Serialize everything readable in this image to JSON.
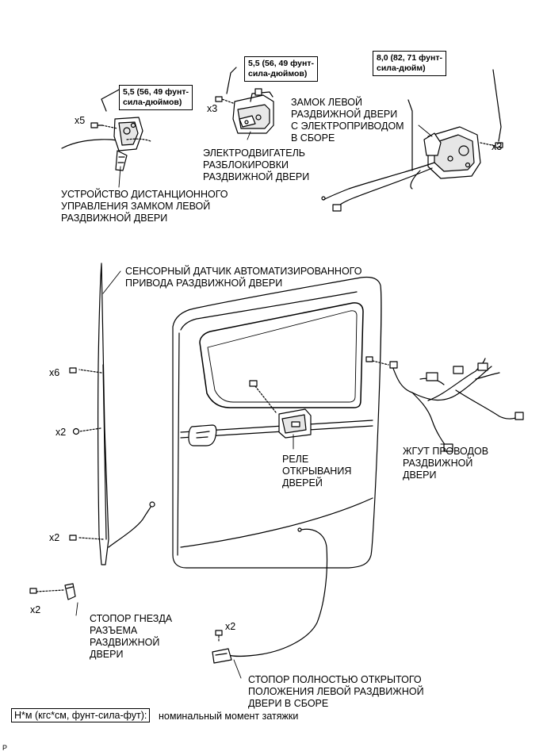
{
  "torque_specs": {
    "remote_control": [
      "5,5 (56, 49 фунт-",
      "сила-дюймов)"
    ],
    "unlock_motor": [
      "5,5 (56, 49 фунт-",
      "сила-дюймов)"
    ],
    "lock_assembly": [
      "8,0 (82, 71 фунт-",
      "сила-дюйм)"
    ]
  },
  "quantities": {
    "remote_control_bolts": "x5",
    "unlock_motor_bolts": "x3",
    "lock_assembly_bolts": "x3",
    "touch_sensor_bolts_top": "x6",
    "touch_sensor_clips": "x2",
    "touch_sensor_bolts_bottom": "x2",
    "connector_stopper_bolts": "x2",
    "fully_open_stopper_bolts": "x2"
  },
  "labels": {
    "lock_assembly": [
      "ЗАМОК ЛЕВОЙ",
      "РАЗДВИЖНОЙ ДВЕРИ",
      "С ЭЛЕКТРОПРИВОДОМ",
      "В СБОРЕ"
    ],
    "unlock_motor": [
      "ЭЛЕКТРОДВИГАТЕЛЬ",
      "РАЗБЛОКИРОВКИ",
      "РАЗДВИЖНОЙ ДВЕРИ"
    ],
    "remote_control": [
      "УСТРОЙСТВО ДИСТАНЦИОННОГО",
      "УПРАВЛЕНИЯ ЗАМКОМ ЛЕВОЙ",
      "РАЗДВИЖНОЙ ДВЕРИ"
    ],
    "touch_sensor": [
      "СЕНСОРНЫЙ ДАТЧИК АВТОМАТИЗИРОВАННОГО",
      "ПРИВОДА РАЗДВИЖНОЙ ДВЕРИ"
    ],
    "door_relay": [
      "РЕЛЕ",
      "ОТКРЫВАНИЯ",
      "ДВЕРЕЙ"
    ],
    "wire_harness": [
      "ЖГУТ ПРОВОДОВ",
      "РАЗДВИЖНОЙ",
      "ДВЕРИ"
    ],
    "connector_stopper": [
      "СТОПОР ГНЕЗДА",
      "РАЗЪЕМА",
      "РАЗДВИЖНОЙ",
      "ДВЕРИ"
    ],
    "fully_open_stopper": [
      "СТОПОР ПОЛНОСТЬЮ ОТКРЫТОГО",
      "ПОЛОЖЕНИЯ ЛЕВОЙ РАЗДВИЖНОЙ",
      "ДВЕРИ В СБОРЕ"
    ]
  },
  "legend": {
    "unit": "Н*м (кгс*см, фунт-сила-фут)",
    "separator": ":",
    "description": "номинальный момент затяжки"
  },
  "corner_code": "P"
}
